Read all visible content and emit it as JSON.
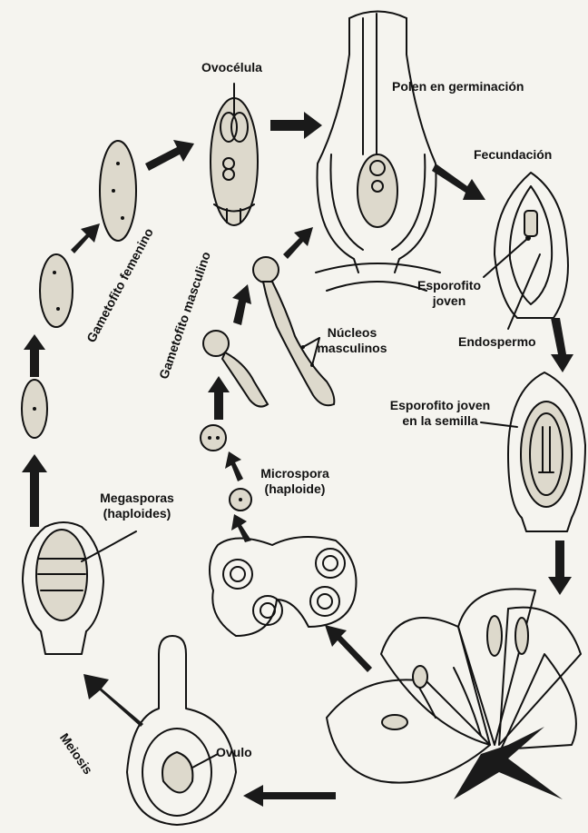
{
  "labels": {
    "ovocelula": "Ovocélula",
    "polen_germinacion": "Polen en germinación",
    "fecundacion": "Fecundación",
    "esporofito_joven_1": "Esporofito",
    "esporofito_joven_2": "joven",
    "endospermo": "Endospermo",
    "esporofito_semilla_1": "Esporofito joven",
    "esporofito_semilla_2": "en la semilla",
    "gametofito_femenino": "Gametofito femenino",
    "gametofito_masculino": "Gametofito masculino",
    "nucleos_masculinos_1": "Núcleos",
    "nucleos_masculinos_2": "masculinos",
    "microspora_1": "Microspora",
    "microspora_2": "(haploide)",
    "megasporas_1": "Megasporas",
    "megasporas_2": "(haploides)",
    "meiosis": "Meiosis",
    "ovulo": "Ovulo"
  },
  "colors": {
    "ink": "#111111",
    "paper": "#f5f4ef",
    "fill": "#ddd9cc"
  }
}
